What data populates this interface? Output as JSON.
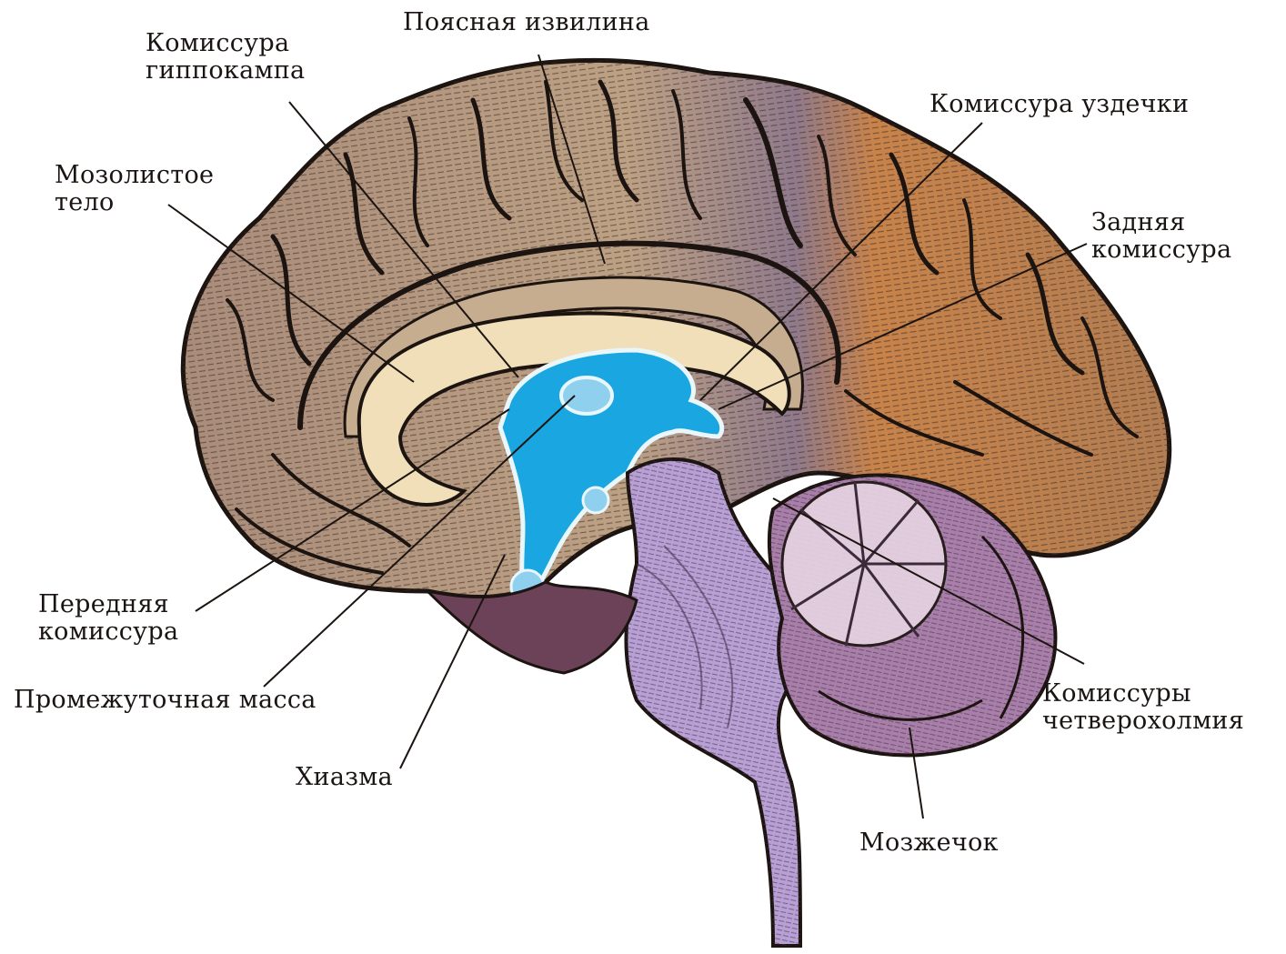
{
  "labels": {
    "cingulate_gyrus": "Поясная извилина",
    "hippocampal_commissure": [
      "Комиссура",
      "гиппокампа"
    ],
    "corpus_callosum": [
      "Мозолистое",
      "тело"
    ],
    "habenular_commissure": "Комиссура уздечки",
    "posterior_commissure": [
      "Задняя",
      "комиссура"
    ],
    "anterior_commissure": [
      "Передняя",
      "комиссура"
    ],
    "intermediate_mass": "Промежуточная масса",
    "chiasm": "Хиазма",
    "quadrigeminal_commissures": [
      "Комиссуры",
      "четверохолмия"
    ],
    "cerebellum": "Мозжечок"
  },
  "colors": {
    "cortex": "#b99a82",
    "cortex_warm": "#c98a4e",
    "callosum": "#efdcb5",
    "ventricle": "#1aa6e0",
    "brainstem": "#b7a0d4",
    "cerebellum": "#a77fa8",
    "sulcus": "#1c1410"
  }
}
